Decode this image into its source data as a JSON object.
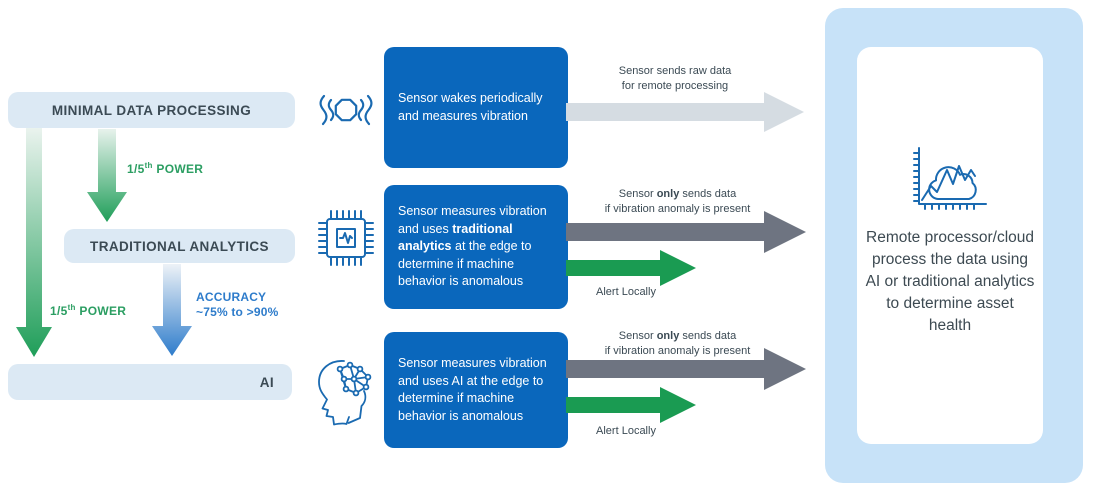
{
  "colors": {
    "deep_blue": "#0a67bc",
    "light_blue_box": "#dce9f4",
    "panel_blue": "#c7e2f8",
    "green": "#1f9e59",
    "green_arrow": "#1a9b52",
    "accent_blue": "#2e7ccb",
    "gray_arrow": "#d5dce2",
    "slate_arrow": "#6e7481",
    "dark_text": "#3b4a54",
    "icon_blue": "#1a6ab1"
  },
  "left_flow": {
    "minimal_label": "MINIMAL DATA PROCESSING",
    "traditional_label": "TRADITIONAL ANALYTICS",
    "ai_label": "AI",
    "power_top": {
      "base": "1/5",
      "sup": "th",
      "rest": " POWER"
    },
    "power_left": {
      "base": "1/5",
      "sup": "th",
      "rest": " POWER"
    },
    "accuracy": {
      "line1": "ACCURACY",
      "line2": "~75% to >90%"
    }
  },
  "rows": [
    {
      "icon": "vibration-icon",
      "box_text": {
        "pre": "Sensor wakes periodically and measures vibration",
        "bold": "",
        "post": ""
      },
      "send_label": {
        "line1_pre": "Sensor sends raw data",
        "line1_bold": "",
        "line1_post": "",
        "line2": "for remote processing"
      },
      "alert_label": ""
    },
    {
      "icon": "edge-chip-icon",
      "box_text": {
        "pre": "Sensor measures vibration and uses ",
        "bold": "traditional analytics",
        "post": " at the edge to determine if machine behavior is anomalous"
      },
      "send_label": {
        "line1_pre": "Sensor ",
        "line1_bold": "only",
        "line1_post": " sends data",
        "line2": "if vibration anomaly is present"
      },
      "alert_label": "Alert Locally"
    },
    {
      "icon": "ai-head-icon",
      "box_text": {
        "pre": "Sensor measures vibration and uses AI at the edge to determine if machine behavior is anomalous",
        "bold": "",
        "post": ""
      },
      "send_label": {
        "line1_pre": "Sensor ",
        "line1_bold": "only",
        "line1_post": " sends data",
        "line2": "if vibration anomaly is present"
      },
      "alert_label": "Alert Locally"
    }
  ],
  "right_panel": {
    "text": "Remote processor/cloud process the data using AI or traditional analytics to determine asset health"
  }
}
